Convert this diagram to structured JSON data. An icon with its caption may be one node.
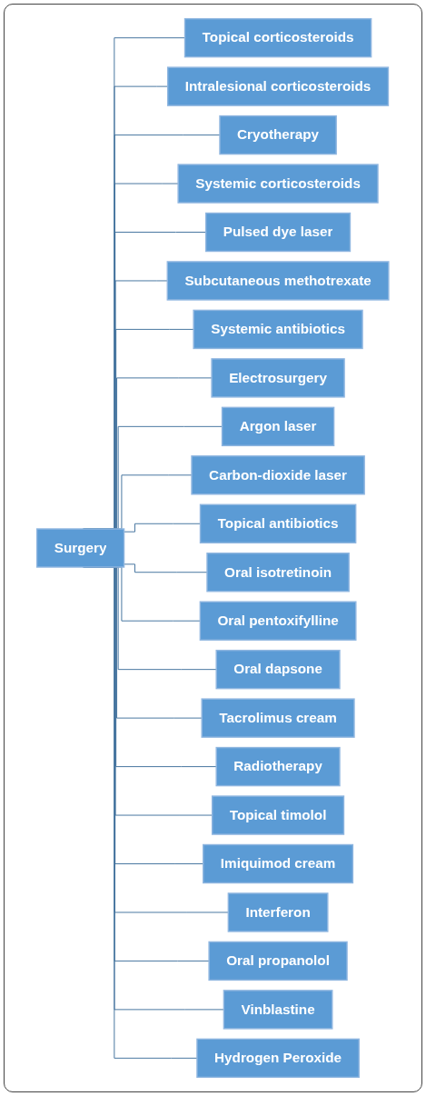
{
  "diagram": {
    "nodes": [
      {
        "text": [
          "Surgery"
        ]
      },
      {
        "text": [
          "Topical corticosteroids"
        ]
      },
      {
        "text": [
          "Intralesional corticosteroids"
        ]
      },
      {
        "text": [
          "Cryotherapy"
        ]
      },
      {
        "text": [
          "Systemic corticosteroids"
        ]
      },
      {
        "text": [
          "Pulsed dye laser"
        ]
      },
      {
        "text": [
          "Subcutaneous methotrexate"
        ]
      },
      {
        "text": [
          "Systemic antibiotics"
        ]
      },
      {
        "text": [
          "Electrosurgery"
        ]
      },
      {
        "text": [
          "Argon laser"
        ]
      },
      {
        "text": [
          "Carbon-dioxide laser"
        ]
      },
      {
        "text": [
          "Topical antibiotics"
        ]
      },
      {
        "text": [
          "Oral isotretinoin"
        ]
      },
      {
        "text": [
          "Oral pentoxifylline"
        ]
      },
      {
        "text": [
          "Oral dapsone"
        ]
      },
      {
        "text": [
          "Tacrolimus cream"
        ]
      },
      {
        "text": [
          "Radiotherapy"
        ]
      },
      {
        "text": [
          "Topical timolol"
        ]
      },
      {
        "text": [
          "Imiquimod cream"
        ]
      },
      {
        "text": [
          "Interferon"
        ]
      },
      {
        "text": [
          "Oral propanolol"
        ]
      },
      {
        "text": [
          "Vinblastine"
        ]
      },
      {
        "text": [
          "Hydrogen Peroxide"
        ]
      }
    ],
    "edges": [
      {
        "from": 0,
        "to": 1,
        "arrow": "none"
      },
      {
        "from": 0,
        "to": 2,
        "arrow": "none"
      },
      {
        "from": 0,
        "to": 3,
        "arrow": "none"
      },
      {
        "from": 0,
        "to": 4,
        "arrow": "none"
      },
      {
        "from": 0,
        "to": 5,
        "arrow": "none"
      },
      {
        "from": 0,
        "to": 6,
        "arrow": "none"
      },
      {
        "from": 0,
        "to": 7,
        "arrow": "none"
      },
      {
        "from": 0,
        "to": 8,
        "arrow": "none"
      },
      {
        "from": 0,
        "to": 9,
        "arrow": "none"
      },
      {
        "from": 0,
        "to": 10,
        "arrow": "none"
      },
      {
        "from": 0,
        "to": 11,
        "arrow": "none"
      },
      {
        "from": 0,
        "to": 12,
        "arrow": "none"
      },
      {
        "from": 0,
        "to": 13,
        "arrow": "none"
      },
      {
        "from": 0,
        "to": 14,
        "arrow": "none"
      },
      {
        "from": 0,
        "to": 15,
        "arrow": "none"
      },
      {
        "from": 0,
        "to": 16,
        "arrow": "none"
      },
      {
        "from": 0,
        "to": 17,
        "arrow": "none"
      },
      {
        "from": 0,
        "to": 18,
        "arrow": "none"
      },
      {
        "from": 0,
        "to": 19,
        "arrow": "none"
      },
      {
        "from": 0,
        "to": 20,
        "arrow": "none"
      },
      {
        "from": 0,
        "to": 21,
        "arrow": "none"
      },
      {
        "from": 0,
        "to": 22,
        "arrow": "none"
      }
    ]
  }
}
